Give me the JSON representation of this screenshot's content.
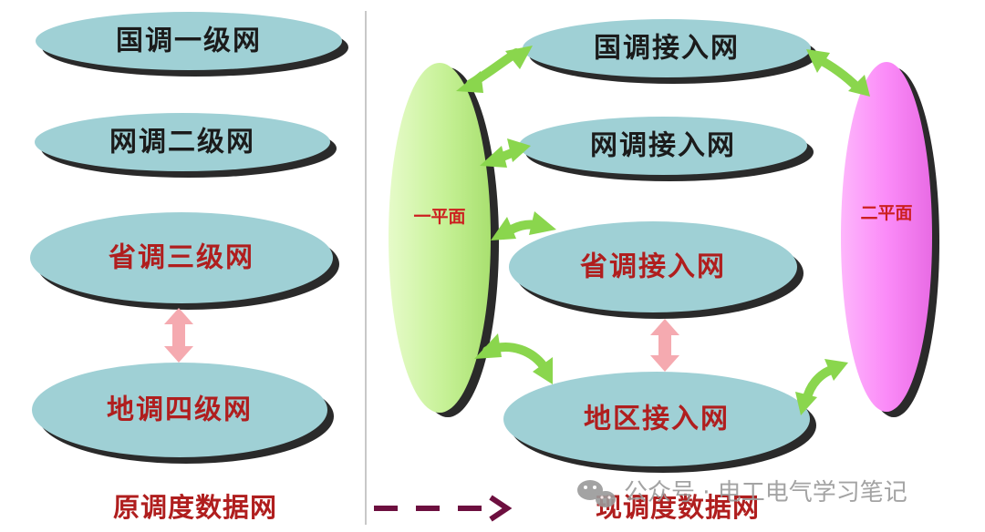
{
  "colors": {
    "node_fill": "#9fd0d5",
    "node_shadow": "#2a2a2a",
    "text_dark": "#1b1b1b",
    "text_red": "#b01e1e",
    "plane_one": "#cbf59b",
    "plane_two": "#fb8bf8",
    "plane_text": "#cc1f1f",
    "arrow_green": "#8ad64d",
    "arrow_pink": "#f5aab0",
    "dash_arrow": "#6d0f3f",
    "divider": "#c8c8c8",
    "watermark": "#9a9a9a"
  },
  "old_network": {
    "caption": "原调度数据网",
    "levels": [
      {
        "label": "国调一级网",
        "color": "dark"
      },
      {
        "label": "网调二级网",
        "color": "dark"
      },
      {
        "label": "省调三级网",
        "color": "red"
      },
      {
        "label": "地调四级网",
        "color": "red"
      }
    ]
  },
  "new_network": {
    "caption": "现调度数据网",
    "plane_one": "一平面",
    "plane_two": "二平面",
    "access_nets": [
      {
        "label": "国调接入网",
        "color": "dark"
      },
      {
        "label": "网调接入网",
        "color": "dark"
      },
      {
        "label": "省调接入网",
        "color": "red"
      },
      {
        "label": "地区接入网",
        "color": "red"
      }
    ]
  },
  "watermark": {
    "icon": "wechat-icon",
    "text": "公众号 · 电工电气学习笔记"
  }
}
